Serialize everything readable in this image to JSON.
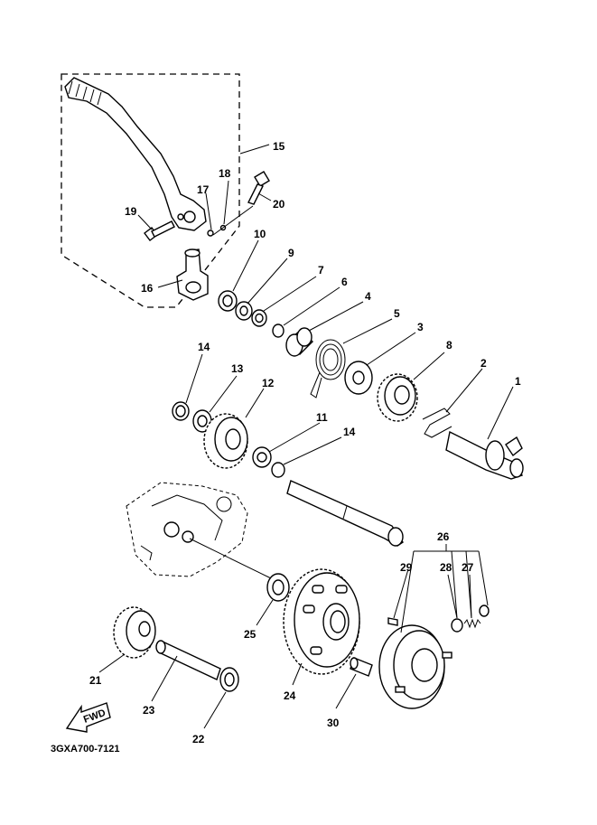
{
  "part_numbers": [
    "1",
    "2",
    "3",
    "4",
    "5",
    "6",
    "7",
    "8",
    "9",
    "10",
    "11",
    "12",
    "13",
    "14",
    "14",
    "15",
    "16",
    "17",
    "18",
    "19",
    "20",
    "21",
    "22",
    "23",
    "24",
    "25",
    "26",
    "27",
    "28",
    "29",
    "30"
  ],
  "diagram_code": "3GXA700-7121",
  "fwd_label": "FWD"
}
